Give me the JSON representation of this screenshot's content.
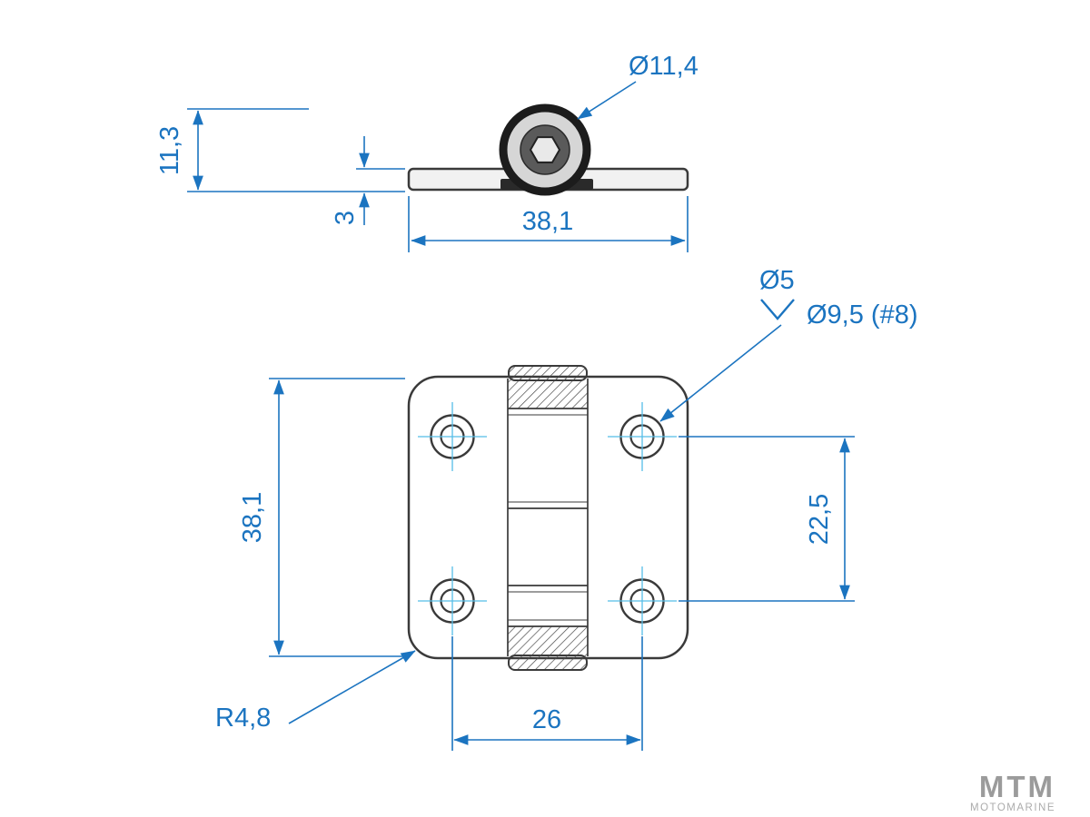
{
  "drawing": {
    "colors": {
      "dimension": "#1b74c0",
      "outline": "#3a3a3a",
      "centerline": "#55bde8",
      "hatch": "#4a4a4a"
    },
    "dims": {
      "side_height": "11,3",
      "plate_thickness": "3",
      "side_width": "38,1",
      "barrel_diameter": "Ø11,4",
      "front_height": "38,1",
      "hole_spacing_vertical": "22,5",
      "hole_spacing_horizontal": "26",
      "corner_radius": "R4,8",
      "hole_diameter": "Ø5",
      "countersink": "Ø9,5 (#8)"
    }
  },
  "logo": {
    "name": "MTM",
    "tagline": "MOTOMARINE"
  }
}
